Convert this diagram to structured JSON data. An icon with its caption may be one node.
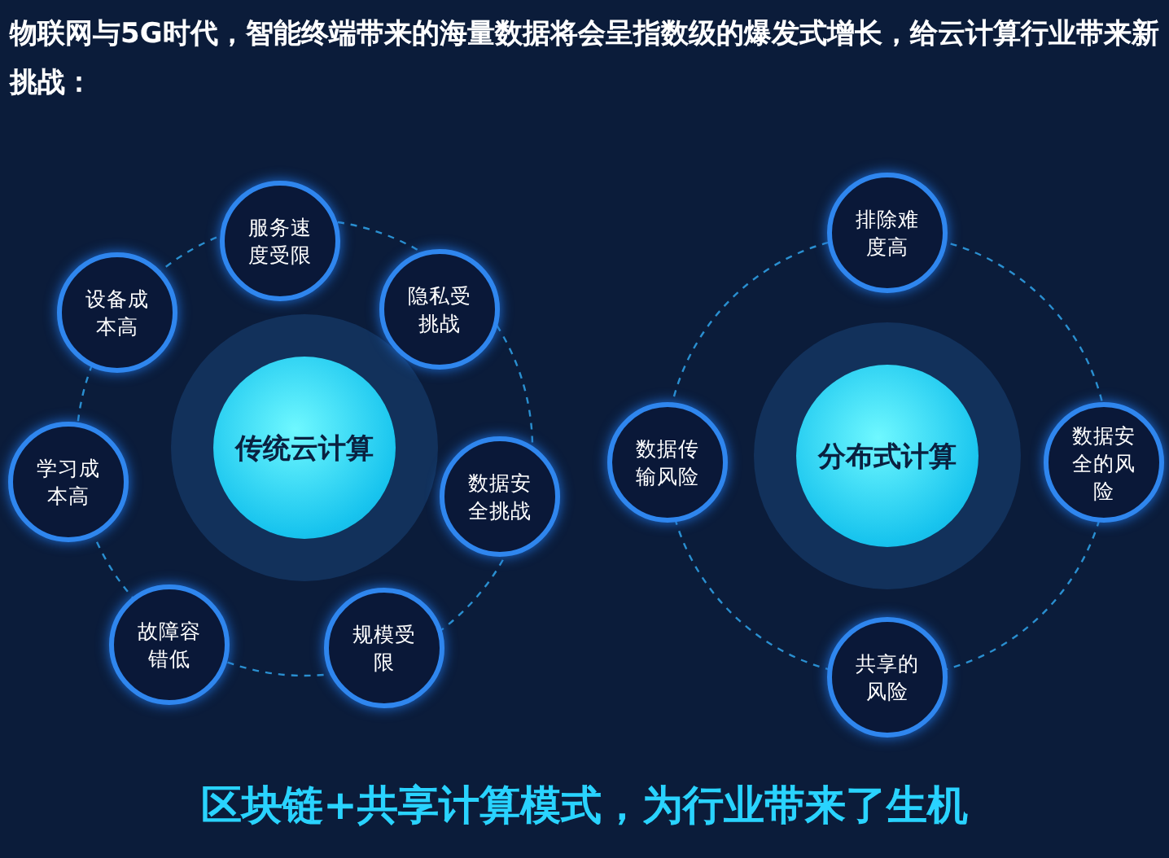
{
  "diagram": {
    "title": "物联网与5G时代，智能终端带来的海量数据将会呈指数级的爆发式增长，给云计算行业带来新挑战：",
    "caption": "区块链+共享计算模式，为行业带来了生机",
    "nodes": [
      {
        "text": [
          "传统云计算"
        ]
      },
      {
        "text": [
          "服务速度受限"
        ]
      },
      {
        "text": [
          "隐私受挑战"
        ]
      },
      {
        "text": [
          "数据安全挑战"
        ]
      },
      {
        "text": [
          "规模受限"
        ]
      },
      {
        "text": [
          "故障容错低"
        ]
      },
      {
        "text": [
          "学习成本高"
        ]
      },
      {
        "text": [
          "设备成本高"
        ]
      },
      {
        "text": [
          "分布式计算"
        ]
      },
      {
        "text": [
          "排除难度高"
        ]
      },
      {
        "text": [
          "数据安全的风险"
        ]
      },
      {
        "text": [
          "共享的风险"
        ]
      },
      {
        "text": [
          "数据传输风险"
        ]
      }
    ]
  }
}
